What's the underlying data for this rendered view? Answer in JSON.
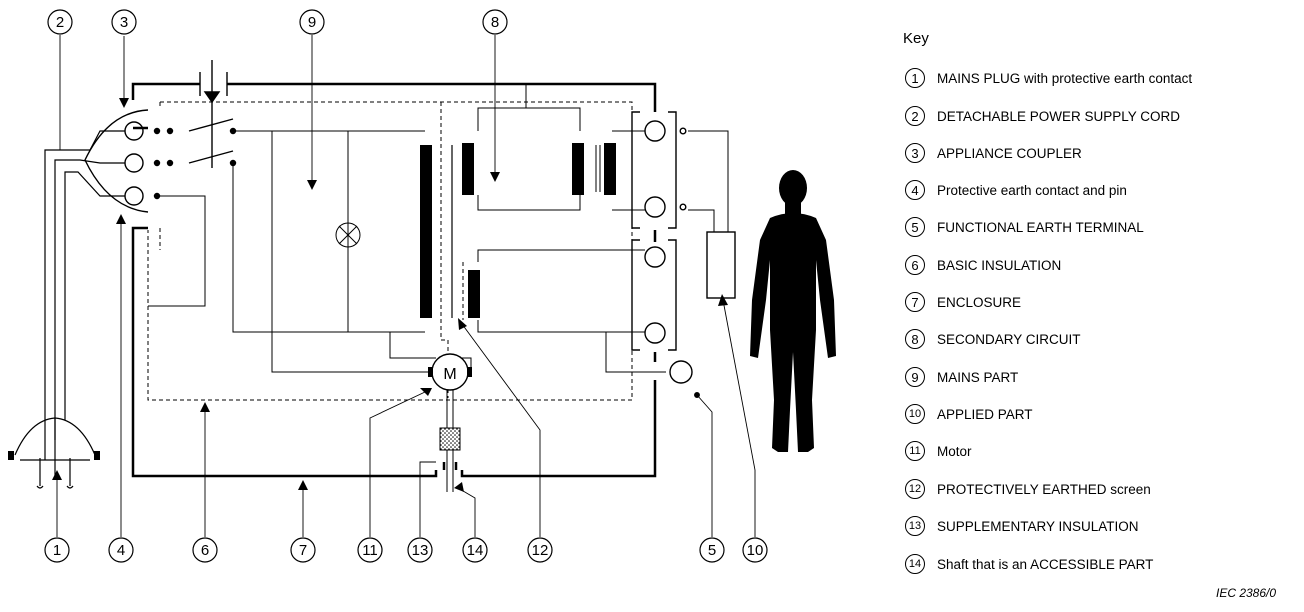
{
  "key": {
    "title": "Key",
    "items": [
      {
        "num": "1",
        "label": "MAINS PLUG with protective earth contact"
      },
      {
        "num": "2",
        "label": "DETACHABLE POWER SUPPLY CORD"
      },
      {
        "num": "3",
        "label": "APPLIANCE COUPLER"
      },
      {
        "num": "4",
        "label": "Protective earth contact and pin"
      },
      {
        "num": "5",
        "label": "FUNCTIONAL EARTH TERMINAL"
      },
      {
        "num": "6",
        "label": "BASIC INSULATION"
      },
      {
        "num": "7",
        "label": "ENCLOSURE"
      },
      {
        "num": "8",
        "label": "SECONDARY CIRCUIT"
      },
      {
        "num": "9",
        "label": "MAINS PART"
      },
      {
        "num": "10",
        "label": "APPLIED PART"
      },
      {
        "num": "11",
        "label": "Motor"
      },
      {
        "num": "12",
        "label": "PROTECTIVELY EARTHED screen"
      },
      {
        "num": "13",
        "label": "SUPPLEMENTARY INSULATION"
      },
      {
        "num": "14",
        "label": "Shaft that is an ACCESSIBLE PART"
      }
    ]
  },
  "motor_label": "M",
  "figure_id": "IEC  2386/0",
  "callouts_top": [
    "2",
    "3",
    "9",
    "8"
  ],
  "callouts_bottom": [
    "1",
    "4",
    "6",
    "7",
    "11",
    "13",
    "14",
    "12",
    "5",
    "10"
  ]
}
